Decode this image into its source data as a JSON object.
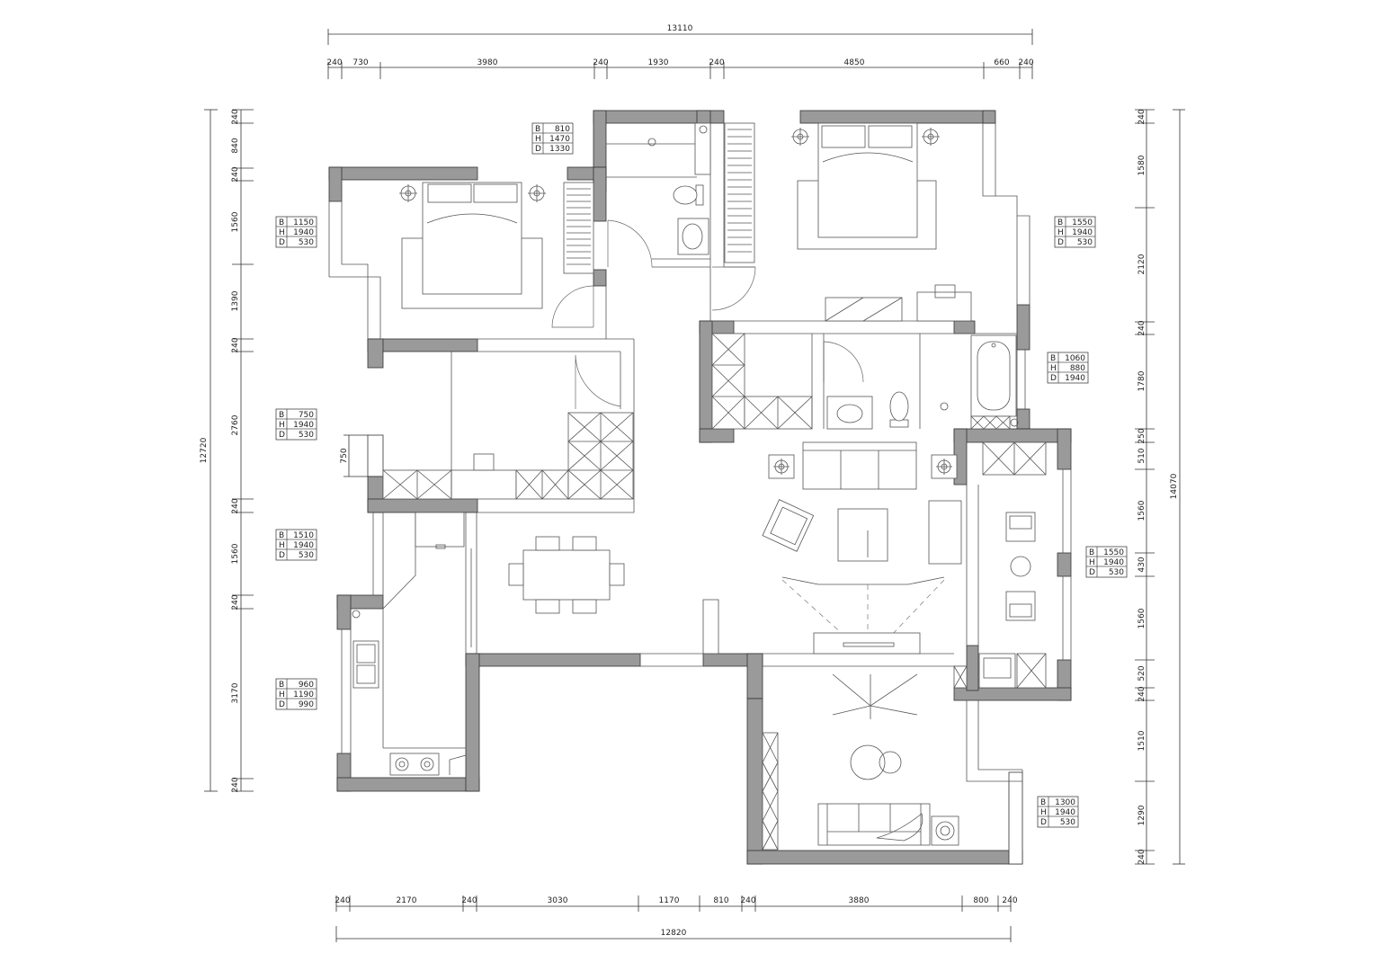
{
  "dims_top": {
    "total": "13110",
    "segments": [
      "240",
      "730",
      "3980",
      "240",
      "1930",
      "240",
      "4850",
      "660",
      "240"
    ]
  },
  "dims_bottom": {
    "total": "12820",
    "segments": [
      "240",
      "2170",
      "240",
      "3030",
      "1170",
      "810",
      "240",
      "3880",
      "800",
      "240"
    ]
  },
  "dims_left": {
    "total": "12720",
    "segments": [
      "240",
      "840",
      "240",
      "1560",
      "1390",
      "240",
      "2760",
      "240",
      "1560",
      "240",
      "3170",
      "240"
    ],
    "window_height": "750"
  },
  "dims_right": {
    "total": "14070",
    "segments": [
      "240",
      "1580",
      "2120",
      "240",
      "1780",
      "250",
      "510",
      "1560",
      "430",
      "1560",
      "520",
      "240",
      "1510",
      "1290",
      "240"
    ]
  },
  "specs": [
    {
      "b": "810",
      "h": "1470",
      "d": "1330"
    },
    {
      "b": "1150",
      "h": "1940",
      "d": "530"
    },
    {
      "b": "1550",
      "h": "1940",
      "d": "530"
    },
    {
      "b": "1060",
      "h": "880",
      "d": "1940"
    },
    {
      "b": "750",
      "h": "1940",
      "d": "530"
    },
    {
      "b": "1510",
      "h": "1940",
      "d": "530"
    },
    {
      "b": "1550",
      "h": "1940",
      "d": "530"
    },
    {
      "b": "960",
      "h": "1190",
      "d": "990"
    },
    {
      "b": "1300",
      "h": "1940",
      "d": "530"
    }
  ],
  "spec_labels": {
    "b": "B",
    "h": "H",
    "d": "D"
  }
}
